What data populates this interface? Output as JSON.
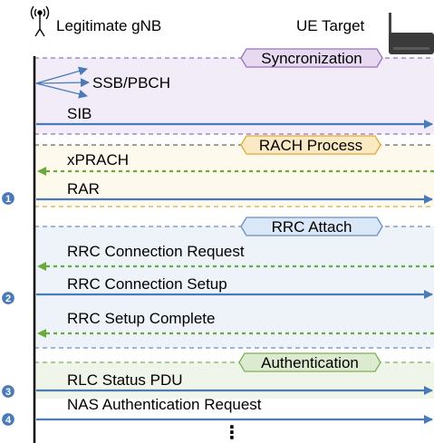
{
  "header": {
    "left_entity": "Legitimate gNB",
    "right_entity": "UE Target"
  },
  "colors": {
    "downlink_arrow": "#4a7ab8",
    "uplink_arrow": "#6aaa3a",
    "sync_bg": "#f1ecf7",
    "sync_tag_fill": "#e6d9f0",
    "sync_tag_stroke": "#9673b9",
    "rach_bg": "#fdf9ec",
    "rach_tag_fill": "#fbe9c4",
    "rach_tag_stroke": "#e0a93a",
    "rrc_bg": "#eef3fa",
    "rrc_tag_fill": "#dae7f7",
    "rrc_tag_stroke": "#6c8ebf",
    "auth_bg": "#eff6e9",
    "auth_tag_fill": "#dcebd0",
    "auth_tag_stroke": "#7fae5a",
    "step_badge": "#4a7ab8"
  },
  "phases": [
    {
      "key": "sync",
      "label": "Syncronization"
    },
    {
      "key": "rach",
      "label": "RACH Process"
    },
    {
      "key": "rrc",
      "label": "RRC Attach"
    },
    {
      "key": "auth",
      "label": "Authentication"
    }
  ],
  "messages": [
    {
      "label": "SSB/PBCH",
      "direction": "broadcast"
    },
    {
      "label": "SIB",
      "direction": "downlink"
    },
    {
      "label": "xPRACH",
      "direction": "uplink"
    },
    {
      "label": "RAR",
      "direction": "downlink"
    },
    {
      "label": "RRC Connection Request",
      "direction": "uplink"
    },
    {
      "label": "RRC Connection Setup",
      "direction": "downlink"
    },
    {
      "label": "RRC Setup Complete",
      "direction": "uplink"
    },
    {
      "label": "RLC Status PDU",
      "direction": "downlink"
    },
    {
      "label": "NAS Authentication Request",
      "direction": "downlink"
    }
  ],
  "steps": [
    "1",
    "2",
    "3",
    "4"
  ],
  "continuation": "⋮",
  "icons": {
    "left": "antenna-tower-icon",
    "right": "router-icon"
  }
}
